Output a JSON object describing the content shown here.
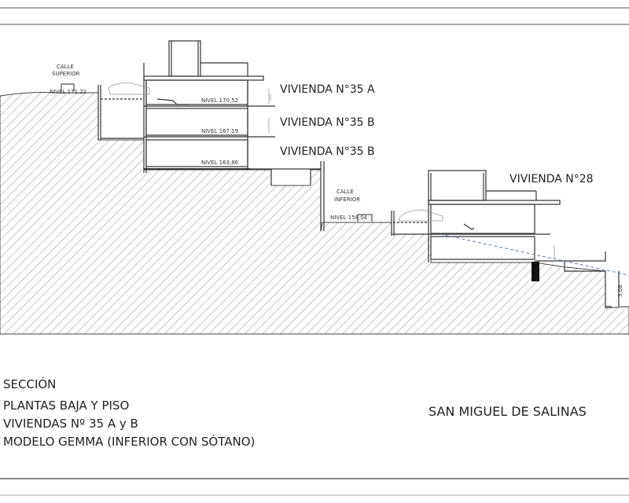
{
  "drawing": {
    "labels": {
      "calle_superior": [
        "CALLE",
        "SUPERIOR"
      ],
      "calle_inferior": [
        "CALLE",
        "INFERIOR"
      ],
      "vivienda_35a": "VIVIENDA N°35 A",
      "vivienda_35b_1": "VIVIENDA N°35 B",
      "vivienda_35b_2": "VIVIENDA N°35 B",
      "vivienda_28": "VIVIENDA N°28"
    },
    "levels": {
      "calle_superior": "NIVEL 171,22",
      "n1": "NIVEL 170,52",
      "n2": "NIVEL 167,19",
      "n3": "NIVEL 163,86",
      "calle_inferior": "NIVEL 158,04"
    },
    "dimension": "3,08"
  },
  "title_block": {
    "lines": [
      "SECCIÓN",
      "PLANTAS BAJA Y PISO",
      "VIVIENDAS Nº 35 A y B",
      "MODELO GEMMA  (INFERIOR CON SÓTANO)"
    ],
    "location": "SAN MIGUEL DE SALINAS"
  },
  "colors": {
    "line": "#333333",
    "dashed": "#5a7fb0"
  }
}
